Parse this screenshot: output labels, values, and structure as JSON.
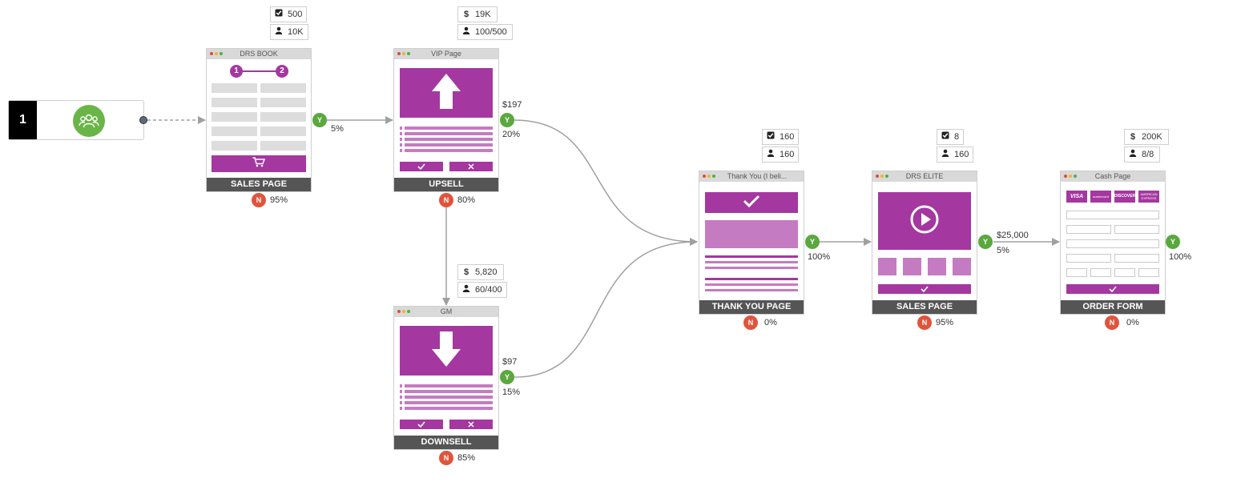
{
  "source": {
    "number": "1",
    "icon": "people-group-icon"
  },
  "pages": {
    "sales_page": {
      "title": "DRS BOOK",
      "label": "SALES PAGE",
      "steps": [
        "1",
        "2"
      ],
      "stats": [
        {
          "icon": "checkbox-icon",
          "value": "500"
        },
        {
          "icon": "person-icon",
          "value": "10K"
        }
      ],
      "yes": {
        "badge": "Y",
        "percent": "5%"
      },
      "no": {
        "badge": "N",
        "percent": "95%"
      }
    },
    "upsell": {
      "title": "VIP Page",
      "label": "UPSELL",
      "stats": [
        {
          "icon": "dollar-icon",
          "symbol": "$",
          "value": "19K"
        },
        {
          "icon": "person-icon",
          "value": "100/500"
        }
      ],
      "yes": {
        "badge": "Y",
        "price": "$197",
        "percent": "20%"
      },
      "no": {
        "badge": "N",
        "percent": "80%"
      }
    },
    "downsell": {
      "title": "GM",
      "label": "DOWNSELL",
      "stats": [
        {
          "icon": "dollar-icon",
          "symbol": "$",
          "value": "5,820"
        },
        {
          "icon": "person-icon",
          "value": "60/400"
        }
      ],
      "yes": {
        "badge": "Y",
        "price": "$97",
        "percent": "15%"
      },
      "no": {
        "badge": "N",
        "percent": "85%"
      }
    },
    "thank_you": {
      "title": "Thank You (I beli...",
      "label": "THANK YOU PAGE",
      "stats": [
        {
          "icon": "checkbox-icon",
          "value": "160"
        },
        {
          "icon": "person-icon",
          "value": "160"
        }
      ],
      "yes": {
        "badge": "Y",
        "percent": "100%"
      },
      "no": {
        "badge": "N",
        "percent": "0%"
      }
    },
    "drs_elite": {
      "title": "DRS ELITE",
      "label": "SALES PAGE",
      "stats": [
        {
          "icon": "checkbox-icon",
          "value": "8"
        },
        {
          "icon": "person-icon",
          "value": "160"
        }
      ],
      "yes": {
        "badge": "Y",
        "price": "$25,000",
        "percent": "5%"
      },
      "no": {
        "badge": "N",
        "percent": "95%"
      }
    },
    "cash_page": {
      "title": "Cash Page",
      "label": "ORDER FORM",
      "cards": [
        "VISA",
        "mastercard",
        "DISCOVER",
        "AMERICAN EXPRESS"
      ],
      "stats": [
        {
          "icon": "dollar-icon",
          "symbol": "$",
          "value": "200K"
        },
        {
          "icon": "person-icon",
          "value": "8/8"
        }
      ],
      "yes": {
        "badge": "Y",
        "percent": "100%"
      },
      "no": {
        "badge": "N",
        "percent": "0%"
      }
    }
  },
  "colors": {
    "accent_purple": "#a537a0",
    "light_purple": "#c57bc1",
    "yes_green": "#5aa83e",
    "no_red": "#e0543c",
    "label_bar": "#555555",
    "source_green": "#6ab547",
    "connector": "#a0a0a0"
  }
}
